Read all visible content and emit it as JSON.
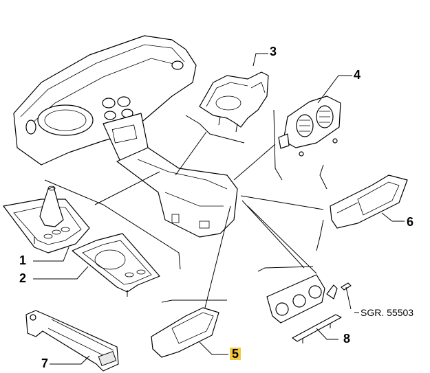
{
  "diagram": {
    "callouts": [
      {
        "id": "1",
        "label": "1"
      },
      {
        "id": "2",
        "label": "2"
      },
      {
        "id": "3",
        "label": "3"
      },
      {
        "id": "4",
        "label": "4"
      },
      {
        "id": "5",
        "label": "5",
        "highlighted": true
      },
      {
        "id": "6",
        "label": "6"
      },
      {
        "id": "7",
        "label": "7"
      },
      {
        "id": "8",
        "label": "8"
      }
    ],
    "reference_code": "SGR. 55503",
    "highlight_color": "#f5c842",
    "line_color": "#000000"
  }
}
